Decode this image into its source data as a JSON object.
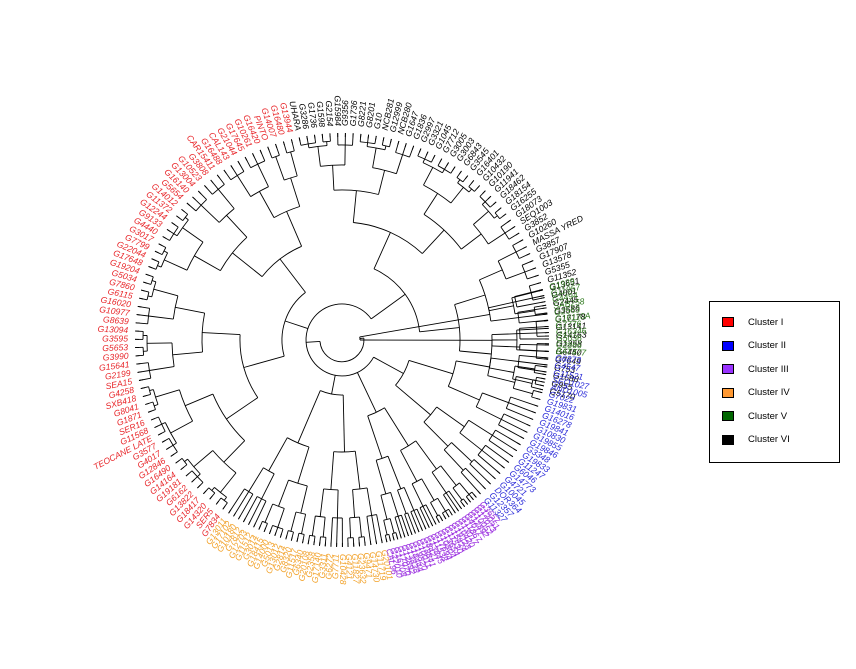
{
  "colors": {
    "I": "#e8262a",
    "II": "#2b2bd9",
    "III": "#9b30e0",
    "IV": "#f2a22a",
    "V": "#2f7a1e",
    "VI": "#000000"
  },
  "legend": [
    {
      "label": "Cluster I",
      "color": "#ff0000"
    },
    {
      "label": "Cluster II",
      "color": "#0000ff"
    },
    {
      "label": "Cluster III",
      "color": "#9933ff"
    },
    {
      "label": "Cluster IV",
      "color": "#ff9933"
    },
    {
      "label": "Cluster V",
      "color": "#006600"
    },
    {
      "label": "Cluster VI",
      "color": "#000000"
    }
  ],
  "clusters": [
    {
      "cluster": "VI",
      "leaves": [
        "G5170",
        "G955",
        "G1688",
        "G753",
        "G7649",
        "G6450",
        "G1358",
        "G14163",
        "G13141",
        "G17178",
        "G3586",
        "G2445",
        "G4001",
        "G13651",
        "G11352",
        "G5355",
        "G13578",
        "G17907",
        "G3857",
        "MASSA YRED",
        "G10260",
        "G3852",
        "SEQ1003",
        "G18073",
        "G16255",
        "G18154",
        "G18462",
        "G11941",
        "G10190",
        "G10432",
        "G16401",
        "G3545",
        "G6843",
        "G3003",
        "G3005",
        "G7712",
        "G1045",
        "G3321",
        "G2997",
        "G1836",
        "G1647",
        "NCB280",
        "G12999",
        "NCB281",
        "G10",
        "G8201",
        "G8221",
        "G1736",
        "G9356",
        "G15984",
        "G2154",
        "G1598",
        "G1736",
        "G3286",
        "UHARA"
      ]
    },
    {
      "cluster": "I",
      "leaves": [
        "G13944",
        "G16480",
        "G14007",
        "PINTO",
        "G16420",
        "G10261",
        "G17645",
        "G21044",
        "CAL143",
        "G16488",
        "CAR15411",
        "G3808",
        "G10523",
        "G13004",
        "G16140",
        "G5654",
        "G14012",
        "G11372",
        "G12244",
        "G9133",
        "G4440",
        "G3017",
        "G7799",
        "G22044",
        "G17648",
        "G19204",
        "G5034",
        "G7860",
        "G6115",
        "G16020",
        "G10977",
        "G8639",
        "G13094",
        "G3595",
        "G5653",
        "G3990",
        "G15641",
        "G2199",
        "SEA15",
        "G4258",
        "SXB418",
        "G8041",
        "G1871",
        "SER16",
        "G11568",
        "TEOCANE LATE",
        "G3577",
        "G4017",
        "G12846",
        "G16490",
        "G14164",
        "G19181",
        "G6162",
        "G13822",
        "G18417",
        "G14320",
        "SER5",
        "G7834"
      ]
    },
    {
      "cluster": "IV",
      "leaves": [
        "G13011",
        "G17102",
        "G10180",
        "G7812",
        "G12703",
        "G11512",
        "G3014",
        "G18415",
        "G14000",
        "G5013",
        "G13012",
        "G2814",
        "G8320",
        "G11517",
        "G6340",
        "G20108",
        "G2358",
        "G17140",
        "G3311",
        "G6272",
        "G7711",
        "G10428",
        "G4121",
        "G11827",
        "G23632",
        "G9471",
        "G14730",
        "G11719",
        "G20101"
      ]
    },
    {
      "cluster": "III",
      "leaves": [
        "CAL96",
        "G22010",
        "G16708",
        "G17070",
        "G12892",
        "G13838",
        "G18444",
        "G19820",
        "G10011",
        "G18841",
        "G8421",
        "G13845",
        "G11538",
        "G17694",
        "G10804",
        "G13654",
        "G11530",
        "G15424",
        "G19228",
        "G10420",
        "G13017",
        "G11867",
        "G4017",
        "G12892",
        "G10052",
        "G17073",
        "G12051",
        "G3657"
      ]
    },
    {
      "cluster": "II",
      "leaves": [
        "G11327",
        "G12357",
        "DOR364",
        "G10045",
        "G4721",
        "G14773",
        "G6046",
        "G11247",
        "G19833",
        "G3348",
        "G19846",
        "G19855",
        "G10830",
        "G19841",
        "G16278",
        "G14016",
        "G19831",
        "G7022",
        "AND1005",
        "SEQ1027",
        "G11521",
        "G4547",
        "G6873"
      ]
    },
    {
      "cluster": "V",
      "leaves": [
        "BAT477",
        "G2866",
        "G5036",
        "G16346",
        "G7776",
        "G16110A",
        "G2563",
        "SAB258",
        "G4494",
        "G11957",
        "G1939"
      ]
    }
  ]
}
